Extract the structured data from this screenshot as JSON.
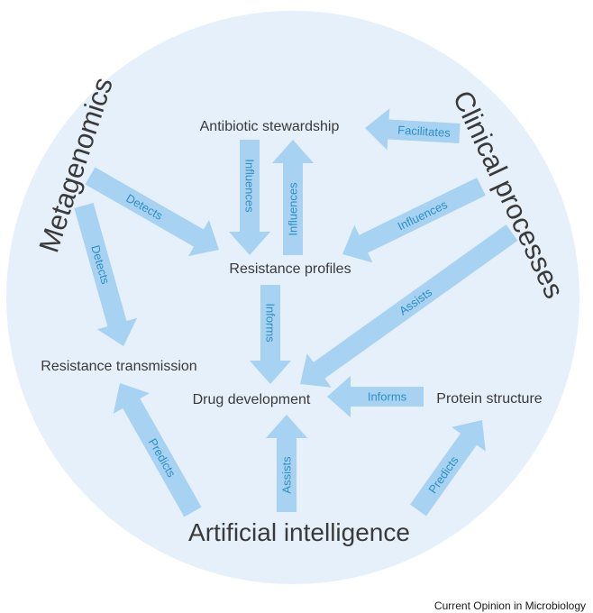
{
  "colors": {
    "circle": "#e6f0fb",
    "arrow": "#a8d2f2",
    "arrow_label": "#2c8fc6",
    "text": "#3a3a3a"
  },
  "corner_labels": {
    "metagenomics": "Metagenomics",
    "clinical": "Clinical processes",
    "ai": "Artificial intelligence"
  },
  "nodes": {
    "stewardship": "Antibiotic stewardship",
    "resistance_profiles": "Resistance profiles",
    "resistance_transmission": "Resistance transmission",
    "drug_development": "Drug development",
    "protein_structure": "Protein structure"
  },
  "arrows": [
    {
      "id": "clinical-to-stewardship",
      "label": "Facilitates"
    },
    {
      "id": "stewardship-to-profiles",
      "label": "Influences"
    },
    {
      "id": "profiles-to-stewardship",
      "label": "Influences"
    },
    {
      "id": "metagenomics-to-profiles",
      "label": "Detects"
    },
    {
      "id": "metagenomics-to-transmission",
      "label": "Detects"
    },
    {
      "id": "clinical-to-profiles",
      "label": "Influences"
    },
    {
      "id": "profiles-to-drug",
      "label": "Informs"
    },
    {
      "id": "clinical-to-drug",
      "label": "Assists"
    },
    {
      "id": "protein-to-drug",
      "label": "Informs"
    },
    {
      "id": "ai-to-transmission",
      "label": "Predicts"
    },
    {
      "id": "ai-to-drug",
      "label": "Assists"
    },
    {
      "id": "ai-to-protein",
      "label": "Predicts"
    }
  ],
  "credit": "Current Opinion in Microbiology"
}
